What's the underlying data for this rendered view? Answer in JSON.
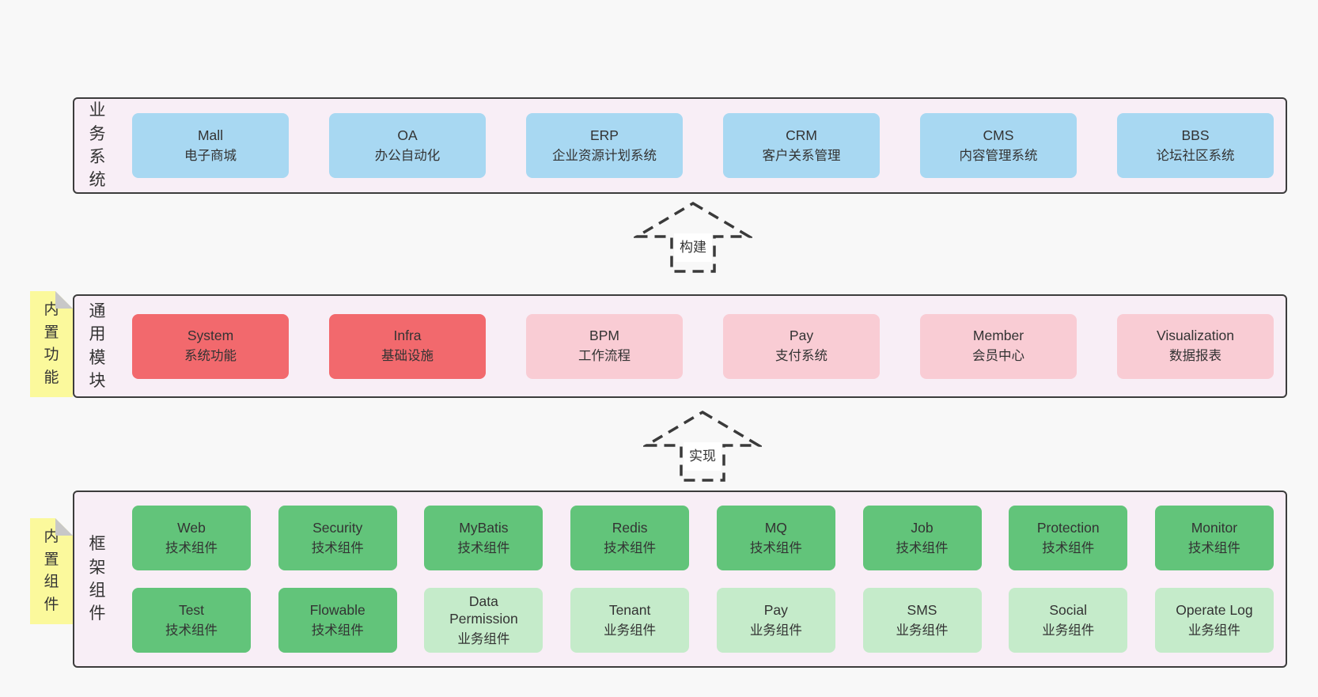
{
  "diagram": {
    "colors": {
      "page-bg": "#f8f8f8",
      "panel-bg": "#f8eef6",
      "panel-border": "#3c3c3c",
      "node-blue": "#a8d8f2",
      "node-red": "#f2696d",
      "node-pink": "#f9ccd4",
      "node-green": "#62c47a",
      "node-lightgreen": "#c5ebca",
      "sticky-yellow": "#fbf99c",
      "sticky-fold": "#c8c8c8",
      "text": "#333333"
    },
    "arrows": [
      {
        "label": "构建"
      },
      {
        "label": "实现"
      }
    ],
    "sections": [
      {
        "label": "业务系统",
        "items": [
          {
            "name": "Mall",
            "desc": "电子商城",
            "variant": "blue"
          },
          {
            "name": "OA",
            "desc": "办公自动化",
            "variant": "blue"
          },
          {
            "name": "ERP",
            "desc": "企业资源计划系统",
            "variant": "blue"
          },
          {
            "name": "CRM",
            "desc": "客户关系管理",
            "variant": "blue"
          },
          {
            "name": "CMS",
            "desc": "内容管理系统",
            "variant": "blue"
          },
          {
            "name": "BBS",
            "desc": "论坛社区系统",
            "variant": "blue"
          }
        ]
      },
      {
        "label": "通用模块",
        "sticky": "内置功能",
        "items": [
          {
            "name": "System",
            "desc": "系统功能",
            "variant": "red"
          },
          {
            "name": "Infra",
            "desc": "基础设施",
            "variant": "red"
          },
          {
            "name": "BPM",
            "desc": "工作流程",
            "variant": "pink"
          },
          {
            "name": "Pay",
            "desc": "支付系统",
            "variant": "pink"
          },
          {
            "name": "Member",
            "desc": "会员中心",
            "variant": "pink"
          },
          {
            "name": "Visualization",
            "desc": "数据报表",
            "variant": "pink"
          }
        ]
      },
      {
        "label": "框架组件",
        "sticky": "内置组件",
        "row1": [
          {
            "name": "Web",
            "desc": "技术组件",
            "variant": "green"
          },
          {
            "name": "Security",
            "desc": "技术组件",
            "variant": "green"
          },
          {
            "name": "MyBatis",
            "desc": "技术组件",
            "variant": "green"
          },
          {
            "name": "Redis",
            "desc": "技术组件",
            "variant": "green"
          },
          {
            "name": "MQ",
            "desc": "技术组件",
            "variant": "green"
          },
          {
            "name": "Job",
            "desc": "技术组件",
            "variant": "green"
          },
          {
            "name": "Protection",
            "desc": "技术组件",
            "variant": "green"
          },
          {
            "name": "Monitor",
            "desc": "技术组件",
            "variant": "green"
          }
        ],
        "row2": [
          {
            "name": "Test",
            "desc": "技术组件",
            "variant": "green"
          },
          {
            "name": "Flowable",
            "desc": "技术组件",
            "variant": "green"
          },
          {
            "name": "Data Permission",
            "desc": "业务组件",
            "variant": "lightgreen"
          },
          {
            "name": "Tenant",
            "desc": "业务组件",
            "variant": "lightgreen"
          },
          {
            "name": "Pay",
            "desc": "业务组件",
            "variant": "lightgreen"
          },
          {
            "name": "SMS",
            "desc": "业务组件",
            "variant": "lightgreen"
          },
          {
            "name": "Social",
            "desc": "业务组件",
            "variant": "lightgreen"
          },
          {
            "name": "Operate Log",
            "desc": "业务组件",
            "variant": "lightgreen"
          }
        ]
      }
    ]
  }
}
